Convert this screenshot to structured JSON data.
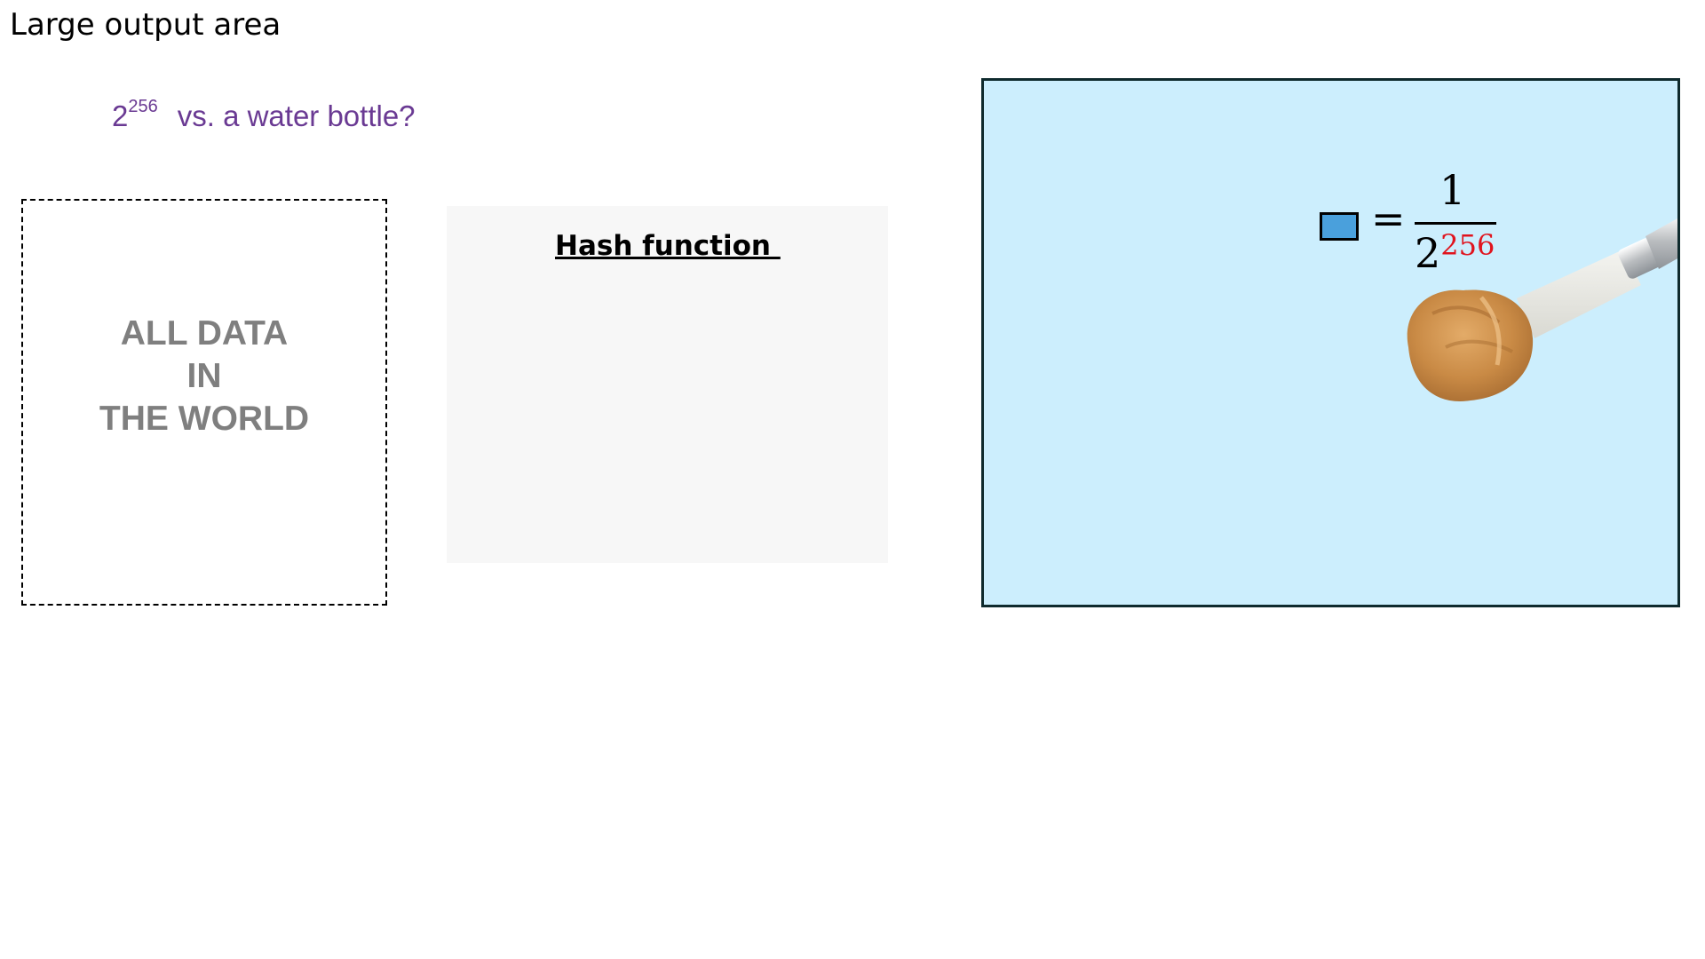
{
  "page": {
    "title": "Large output area"
  },
  "question": {
    "base": "2",
    "exponent": "256",
    "text": "vs. a water bottle?"
  },
  "data_box": {
    "lines": [
      "ALL DATA",
      "IN",
      "THE WORLD"
    ]
  },
  "hash_box": {
    "title": "Hash function "
  },
  "probability_panel": {
    "numerator": "1",
    "denominator_base": "2",
    "denominator_exponent": "256",
    "icon": "peanut-butter-knife-icon"
  },
  "colors": {
    "question_text": "#6a3a93",
    "data_text": "#7f7f7f",
    "hash_box_bg": "#f7f7f7",
    "panel_bg": "#cceefd",
    "panel_border": "#0e2a2d",
    "legend_square": "#4aa0dc",
    "exponent_red": "#e0141e",
    "peanut_butter": "#c98a45"
  }
}
